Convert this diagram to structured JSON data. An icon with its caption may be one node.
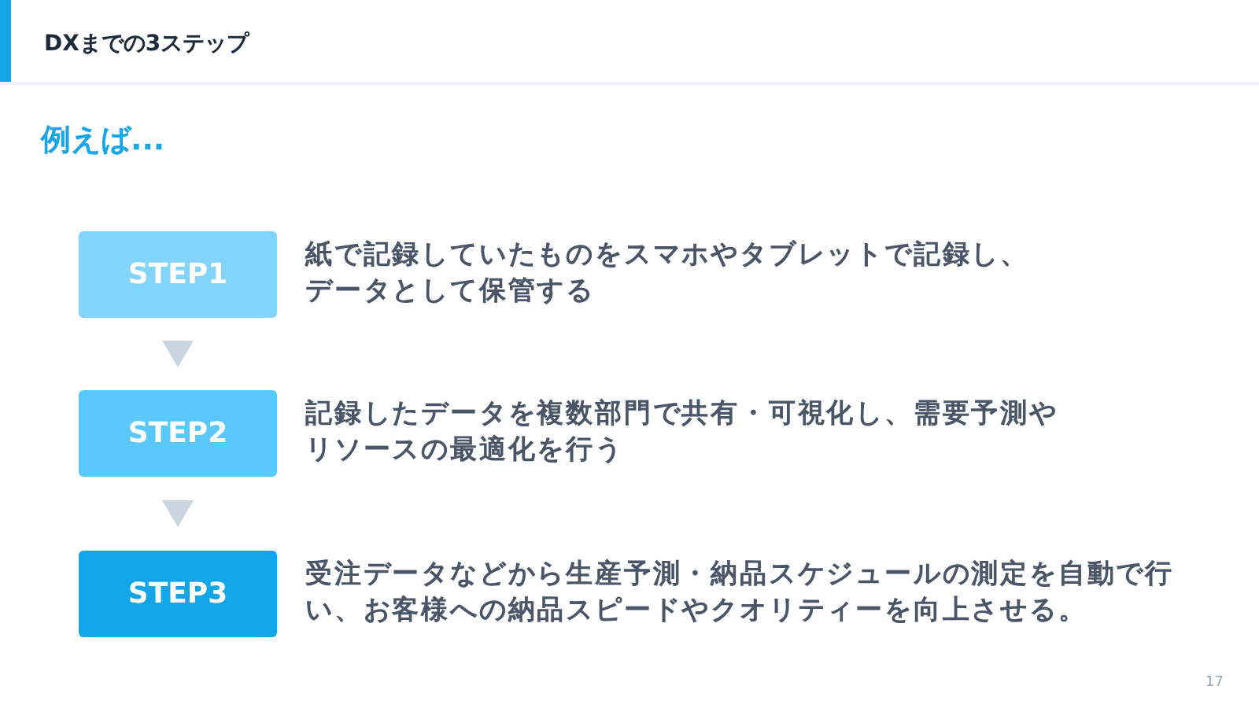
{
  "diagram": {
    "title": "DXまでの3ステップ",
    "nodes": [
      {
        "text": [
          "STEP1"
        ],
        "beside": [
          "紙で記録していたものをスマホやタブレットで記録し、データとして保管する"
        ]
      },
      {
        "text": [
          "STEP2"
        ],
        "beside": [
          "記録したデータを複数部門で共有・可視化し、需要予測やリソースの最適化を行う"
        ]
      },
      {
        "text": [
          "STEP3"
        ],
        "beside": [
          "受注データなどから生産予測・納品スケジュールの測定を自動で行い、お客様への納品スピードやクオリティーを向上させる。"
        ]
      }
    ],
    "edges": [
      {
        "from": 0,
        "to": 1,
        "arrow": "to"
      },
      {
        "from": 1,
        "to": 2,
        "arrow": "to"
      }
    ],
    "labels": [
      "例えば...",
      "17"
    ]
  }
}
